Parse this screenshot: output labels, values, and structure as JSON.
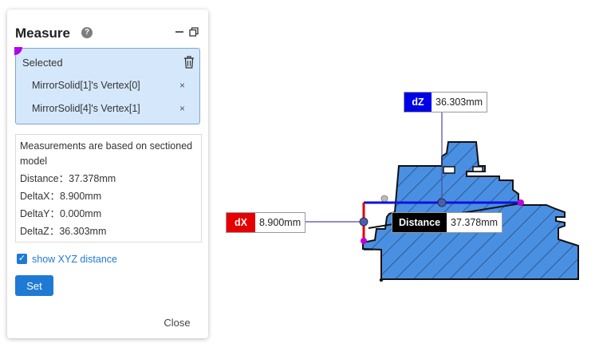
{
  "panel": {
    "title": "Measure",
    "help_glyph": "?",
    "minimize_icon": "minimize-icon",
    "restore_icon": "restore-icon",
    "selected_title": "Selected",
    "trash_icon": "trash-icon",
    "selected_items": [
      {
        "label": "MirrorSolid[1]'s Vertex[0]",
        "remove": "×"
      },
      {
        "label": "MirrorSolid[4]'s Vertex[1]",
        "remove": "×"
      }
    ],
    "info_lines": [
      "Measurements are based on sectioned",
      "model",
      "Distance：37.378mm",
      "DeltaX：8.900mm",
      "DeltaY：0.000mm",
      "DeltaZ：36.303mm"
    ],
    "checkbox": {
      "checked": true,
      "glyph": "✓",
      "label": "show XYZ distance"
    },
    "set_label": "Set",
    "close_label": "Close"
  },
  "viewport": {
    "dz_tag": {
      "key": "dZ",
      "value": "36.303mm",
      "color": "#0000e6"
    },
    "dx_tag": {
      "key": "dX",
      "value": "8.900mm",
      "color": "#e60000"
    },
    "distance_tag": {
      "key": "Distance",
      "value": "37.378mm",
      "color": "#000000"
    },
    "fill_color": "#4a90e2",
    "hatch_color": "#1f3d66",
    "outline_color": "#111111",
    "point_color": "#c000d8",
    "z_axis_color": "#1010e0",
    "x_axis_color": "#e00000",
    "leader_color": "#4a4aa8"
  }
}
